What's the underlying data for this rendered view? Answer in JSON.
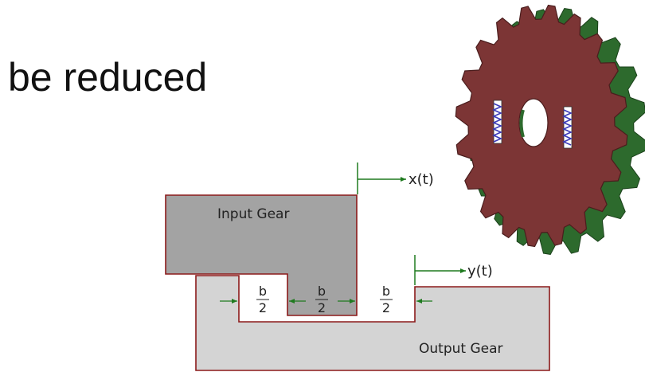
{
  "headline": "be reduced",
  "diagram": {
    "input_gear_label": "Input Gear",
    "output_gear_label": "Output Gear",
    "x_signal": "x(t)",
    "y_signal": "y(t)",
    "fractions": [
      {
        "numerator": "b",
        "denominator": "2"
      },
      {
        "numerator": "b",
        "denominator": "2"
      },
      {
        "numerator": "b",
        "denominator": "2"
      }
    ]
  },
  "colors": {
    "gear_face": "#7c3535",
    "gear_back": "#2d6a2d",
    "outline": "#8b1a1a",
    "input_fill": "#a3a3a3",
    "output_fill": "#d4d4d4",
    "arrow": "#1f7a1f",
    "spring": "#3a3ab8"
  }
}
